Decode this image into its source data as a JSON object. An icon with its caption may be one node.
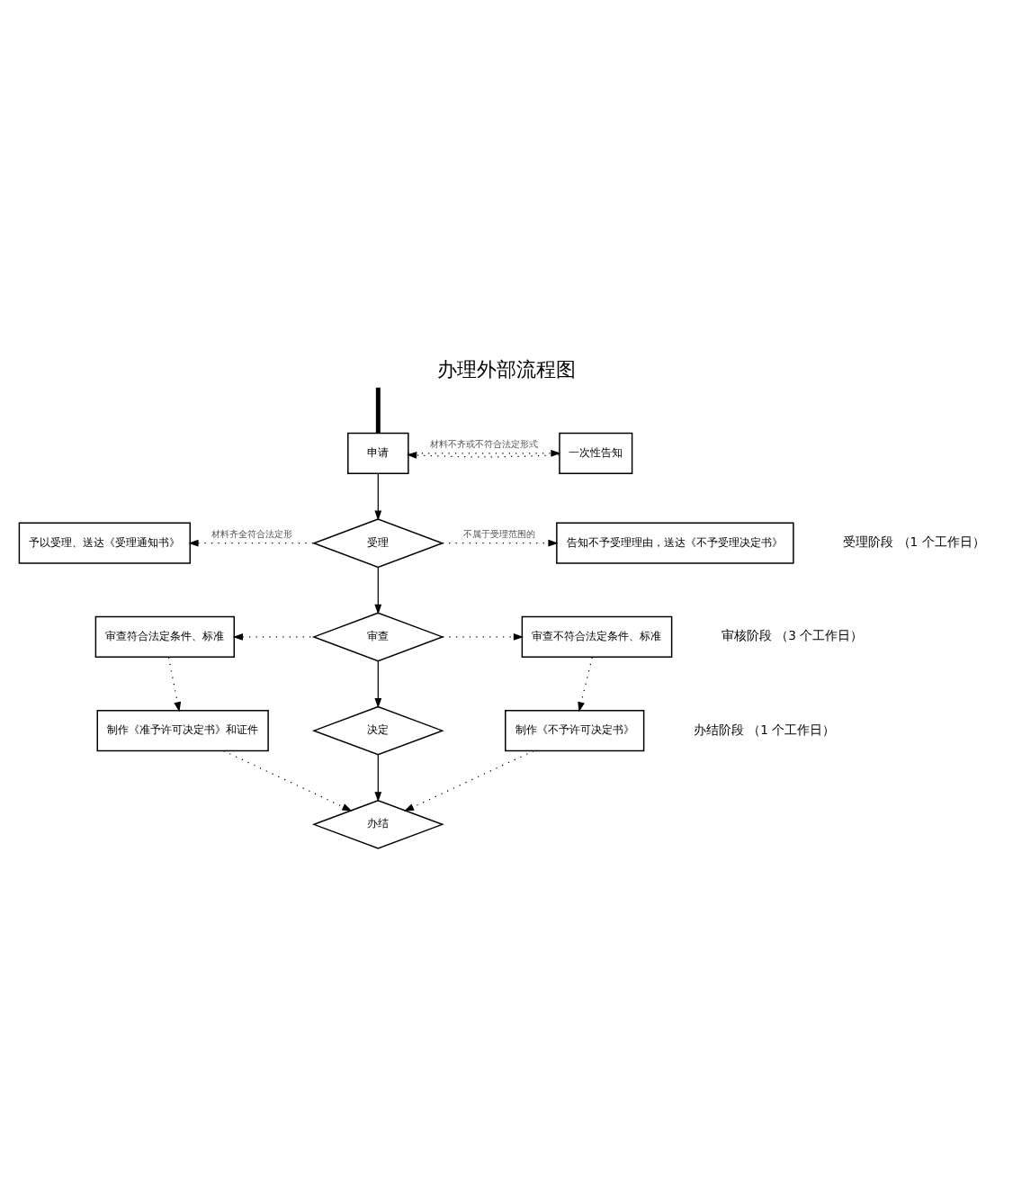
{
  "diagram": {
    "title": "办理外部流程图",
    "nodes": [
      {
        "text": [
          "申请"
        ]
      },
      {
        "text": [
          "一次性告知"
        ]
      },
      {
        "text": [
          "受理"
        ]
      },
      {
        "text": [
          "予以受理、送达《受理通知书》"
        ]
      },
      {
        "text": [
          "告知不予受理理由，送达《不予受理决定书》"
        ]
      },
      {
        "text": [
          "审查"
        ]
      },
      {
        "text": [
          "审查符合法定条件、标准"
        ]
      },
      {
        "text": [
          "审查不符合法定条件、标准"
        ]
      },
      {
        "text": [
          "决定"
        ]
      },
      {
        "text": [
          "制作《准予许可决定书》和证件"
        ]
      },
      {
        "text": [
          "制作《不予许可决定书》"
        ]
      },
      {
        "text": [
          "办结"
        ]
      }
    ],
    "edges": [
      {
        "from": null,
        "to": 0,
        "arrow": "none",
        "style": "thick"
      },
      {
        "from": 1,
        "to": 0,
        "arrow": "to",
        "style": "dashed"
      },
      {
        "from": 0,
        "to": 2,
        "arrow": "to"
      },
      {
        "from": 0,
        "to": 1,
        "arrow": "to",
        "style": "dashed",
        "label": "材料不齐或不符合法定形式"
      },
      {
        "from": 2,
        "to": 3,
        "arrow": "to",
        "style": "dashed",
        "label": "材料齐全符合法定形"
      },
      {
        "from": 2,
        "to": 4,
        "arrow": "to",
        "style": "dashed",
        "label": "不属于受理范围的"
      },
      {
        "from": 2,
        "to": 5,
        "arrow": "to"
      },
      {
        "from": 5,
        "to": 6,
        "arrow": "to",
        "style": "dashed"
      },
      {
        "from": 5,
        "to": 7,
        "arrow": "to",
        "style": "dashed"
      },
      {
        "from": 5,
        "to": 8,
        "arrow": "to"
      },
      {
        "from": 6,
        "to": 9,
        "arrow": "to",
        "style": "dashed"
      },
      {
        "from": 7,
        "to": 10,
        "arrow": "to",
        "style": "dashed"
      },
      {
        "from": 8,
        "to": 11,
        "arrow": "to"
      },
      {
        "from": 9,
        "to": 11,
        "arrow": "to",
        "style": "dashed"
      },
      {
        "from": 10,
        "to": 11,
        "arrow": "to",
        "style": "dashed"
      }
    ],
    "labels": [
      "受理阶段 （1 个工作日）",
      "审核阶段 （3 个工作日）",
      "办结阶段 （1 个工作日）"
    ]
  }
}
